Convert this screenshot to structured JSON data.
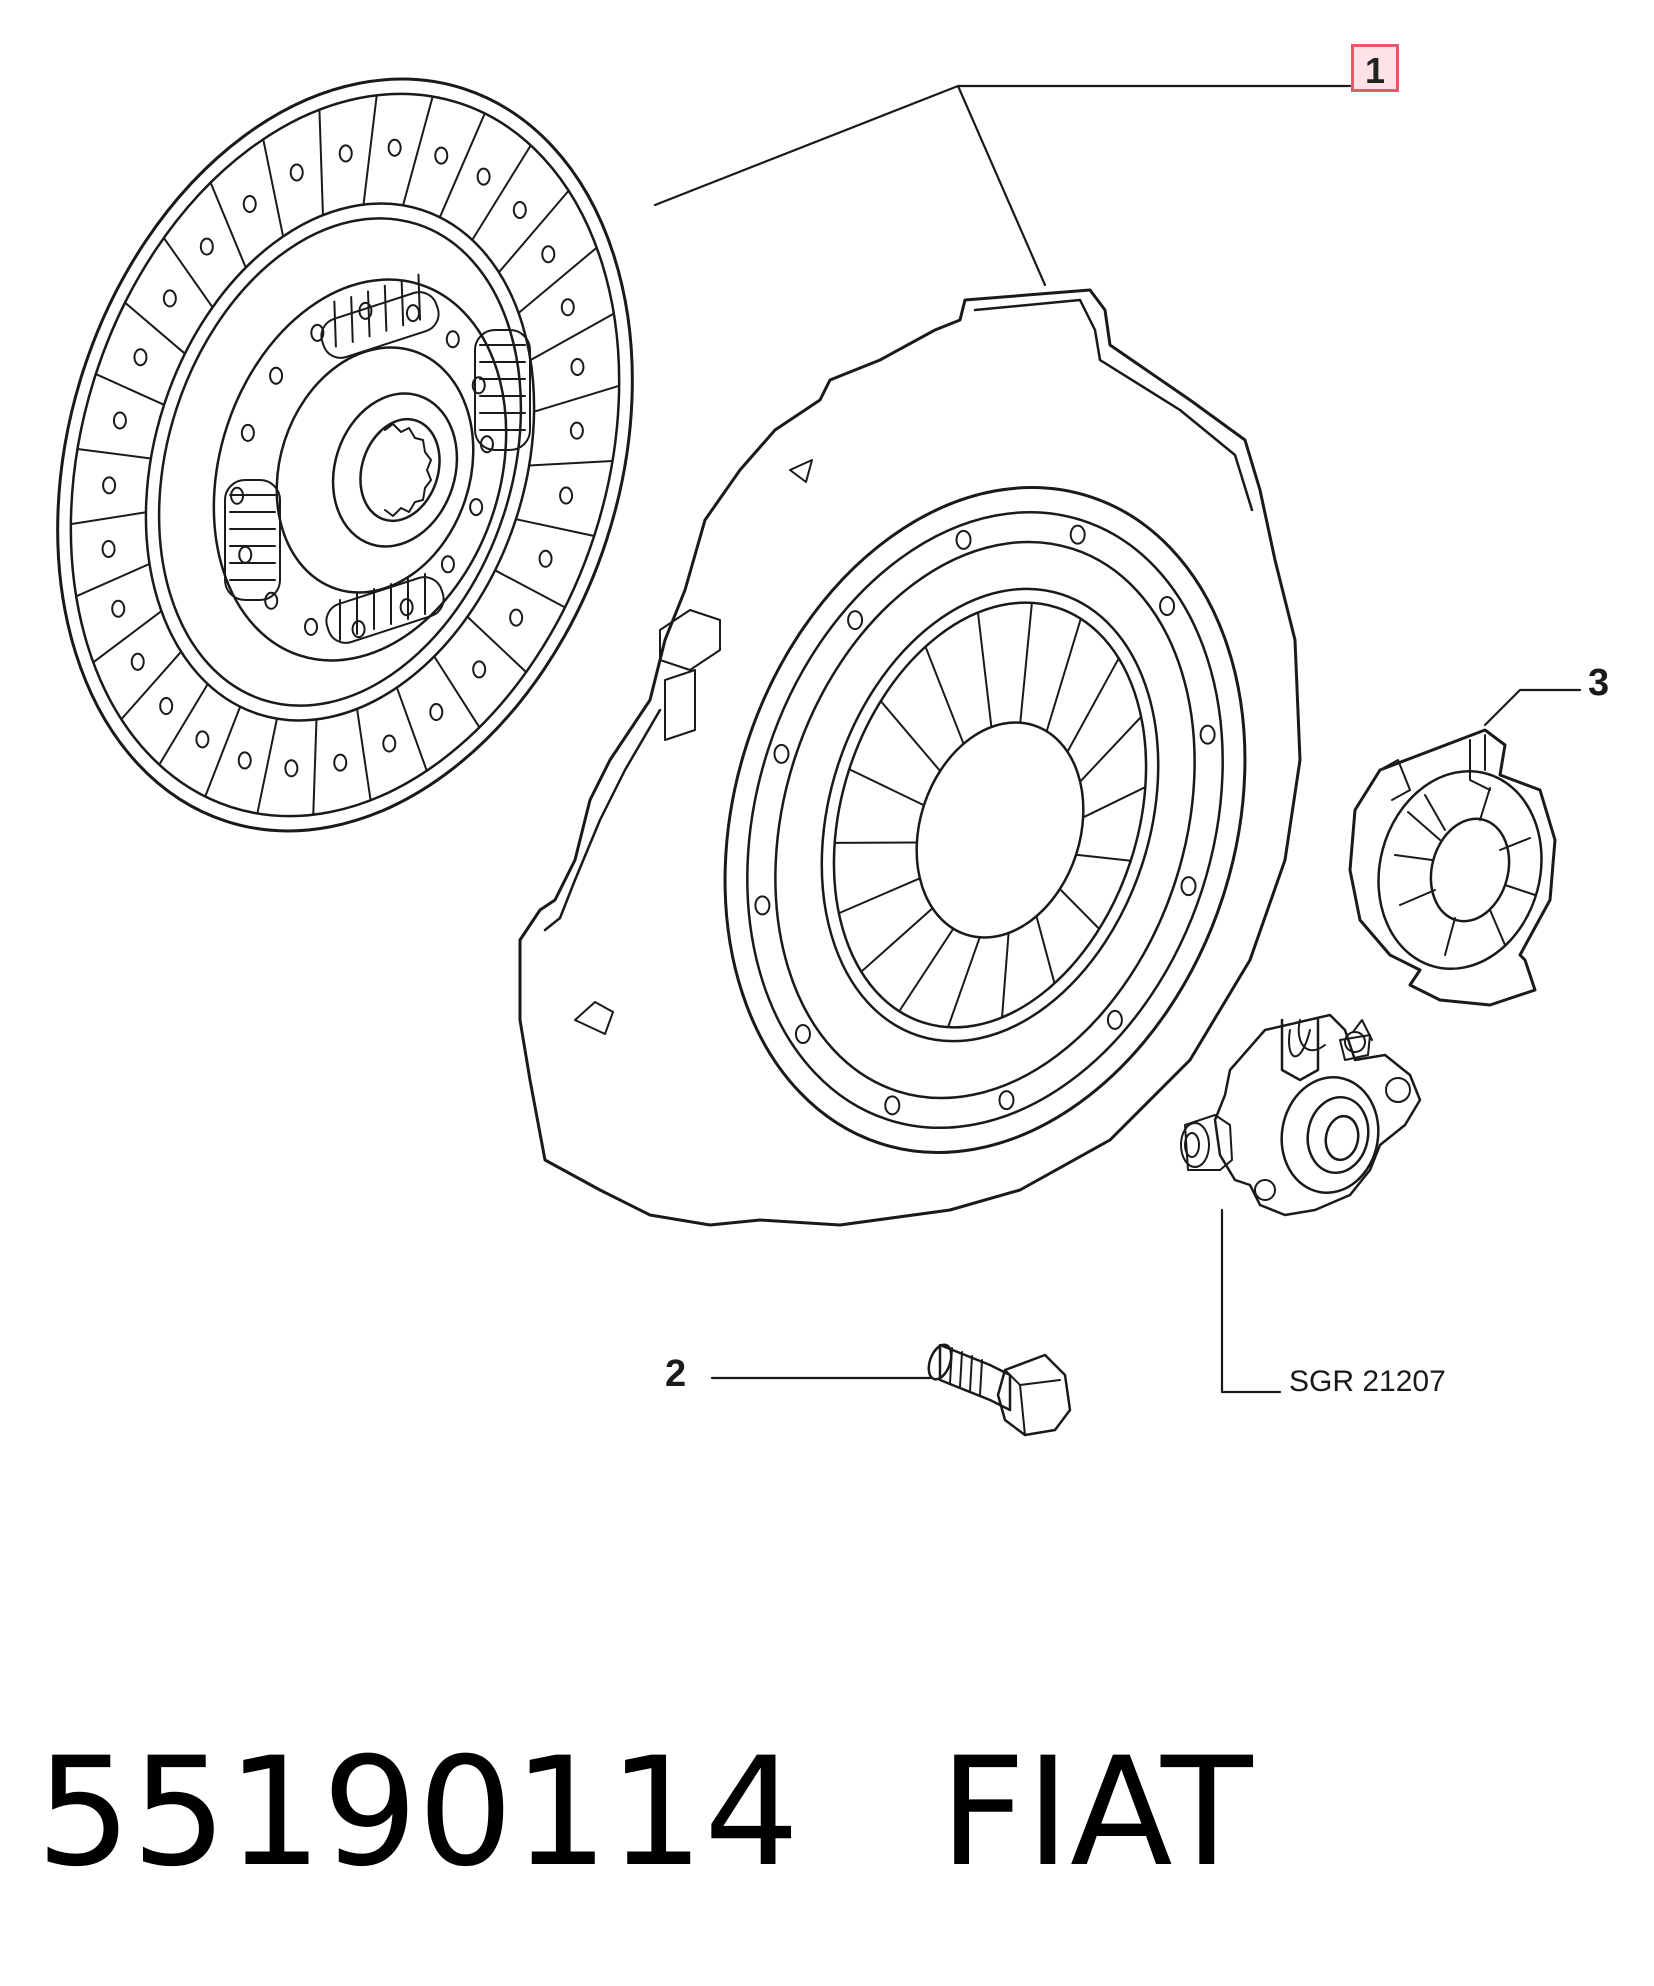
{
  "callouts": {
    "clutch_kit": "1",
    "bolt": "2",
    "release_bearing": "3"
  },
  "reference_code": "SGR 21207",
  "footer": {
    "part_number": "55190114",
    "brand": "FIAT"
  },
  "colors": {
    "line": "#1a1a1a",
    "highlight_border": "#e05a6a",
    "highlight_fill": "#fbe3e7"
  },
  "icons": [
    "clutch-disc-icon",
    "pressure-plate-icon",
    "release-bearing-icon",
    "slave-cylinder-icon",
    "bolt-icon"
  ]
}
